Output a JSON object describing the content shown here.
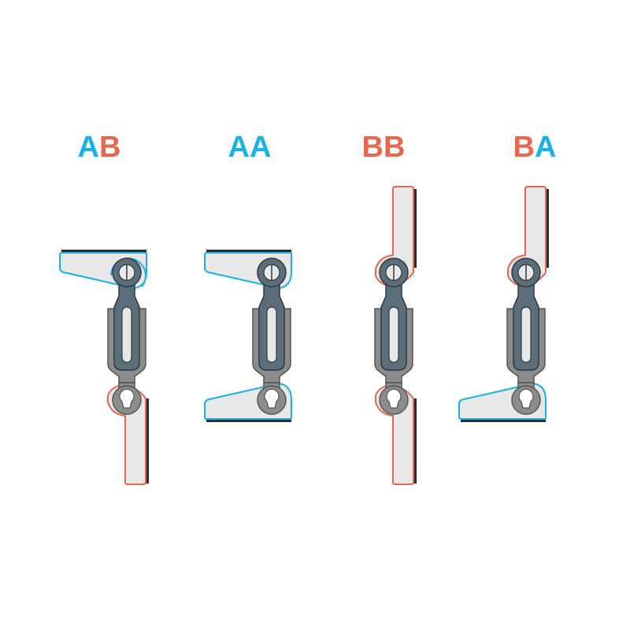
{
  "colors": {
    "a": "#1ab0e8",
    "b": "#e8674f",
    "panel_fill": "#e8e8e8",
    "panel_edge": "#222c33",
    "link_fill": "#5b6e7a",
    "bracket_fill": "#8c8c8c",
    "outline_a": "#1ab0e8",
    "outline_b": "#e8674f"
  },
  "variants": [
    {
      "first": "A",
      "second": "B"
    },
    {
      "first": "A",
      "second": "A"
    },
    {
      "first": "B",
      "second": "B"
    },
    {
      "first": "B",
      "second": "A"
    }
  ]
}
